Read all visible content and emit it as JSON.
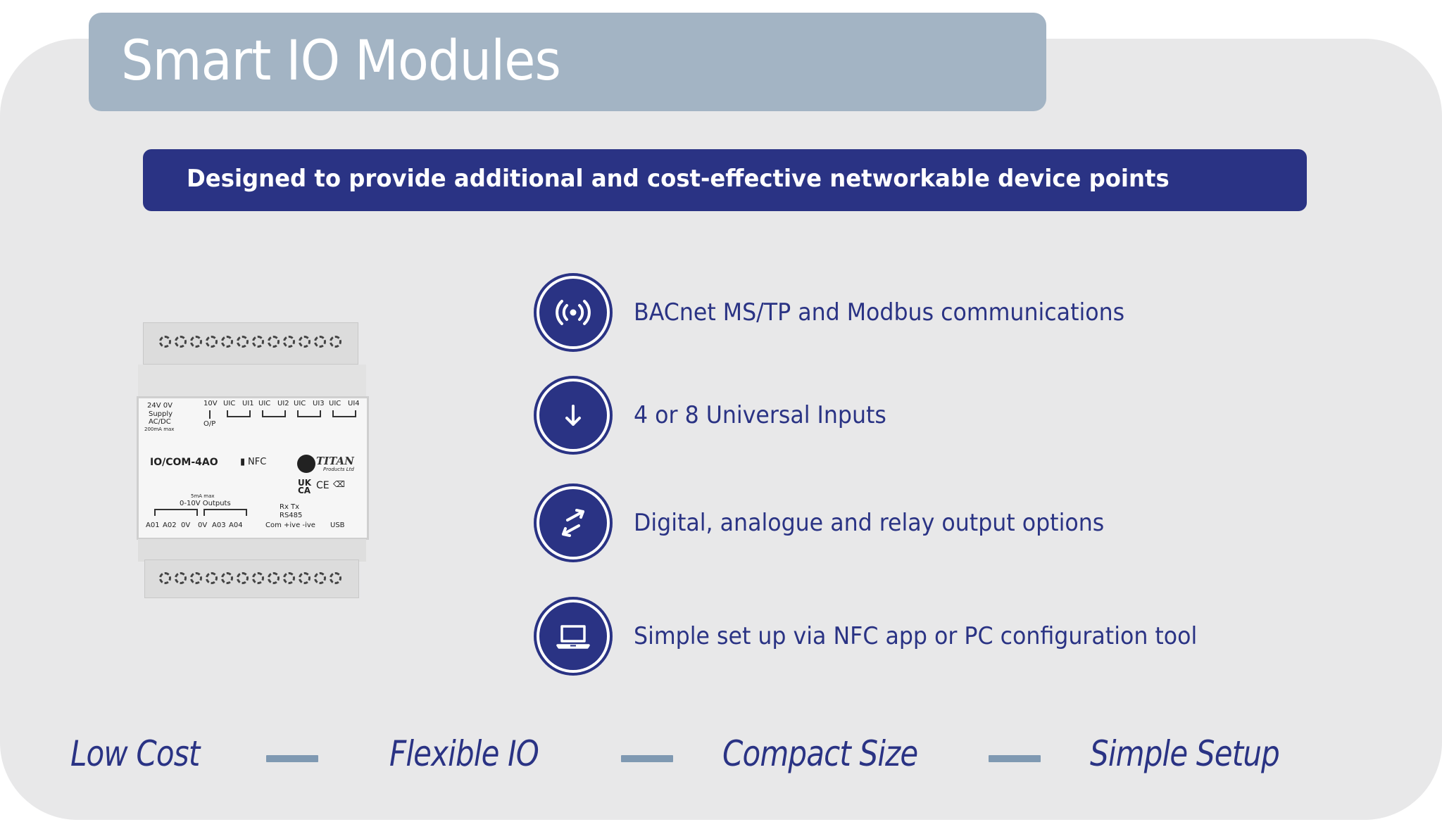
{
  "header": {
    "title": "Smart IO Modules"
  },
  "banner": {
    "text": "Designed to provide additional and cost-effective networkable device points"
  },
  "device": {
    "model": "IO/COM-4AO",
    "supply": {
      "line1": "24V  0V",
      "line2": "Supply",
      "line3": "AC/DC",
      "line4": "200mA max"
    },
    "top_terminals": [
      "10V",
      "UIC",
      "UI1",
      "UIC",
      "UI2",
      "UIC",
      "UI3",
      "UIC",
      "UI4"
    ],
    "op_label": "O/P",
    "nfc_label": "NFC",
    "brand": "TITAN",
    "brand_sub": "Products Ltd",
    "marks": {
      "ukca_1": "UK",
      "ukca_2": "CA",
      "ce": "CE"
    },
    "outputs": {
      "max": "5mA max",
      "title": "0-10V Outputs"
    },
    "bottom_terminals": [
      "A01",
      "A02",
      "0V",
      "0V",
      "A03",
      "A04"
    ],
    "rs485": {
      "rxtx": "Rx  Tx",
      "name": "RS485",
      "pins": "Com +ive -ive"
    },
    "usb": "USB",
    "terminal_count_top": 12,
    "terminal_count_bottom": 12
  },
  "features": [
    {
      "icon": "wireless-broadcast-icon",
      "text": "BACnet MS/TP and Modbus communications"
    },
    {
      "icon": "arrow-down-icon",
      "text": "4 or 8 Universal Inputs"
    },
    {
      "icon": "bidirectional-arrows-icon",
      "text": "Digital, analogue and relay output options"
    },
    {
      "icon": "laptop-icon",
      "text": "Simple set up via NFC app or PC configuration tool"
    }
  ],
  "tags": [
    "Low Cost",
    "Flexible IO",
    "Compact Size",
    "Simple Setup"
  ],
  "colors": {
    "navy": "#2a3384",
    "title_box": "#a3b4c4",
    "panel": "#e8e8e9",
    "dash": "#7f99b2"
  }
}
